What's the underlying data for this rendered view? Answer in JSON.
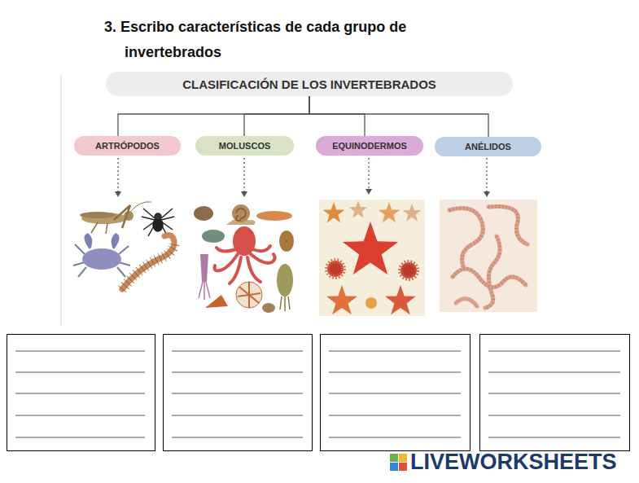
{
  "diagram": {
    "title": "3. Escribo características de cada grupo de invertebrados",
    "nodes": [
      {
        "text": [
          "CLASIFICACIÓN DE LOS INVERTEBRADOS"
        ]
      },
      {
        "text": [
          "ARTRÓPODOS"
        ]
      },
      {
        "text": [
          "MOLUSCOS"
        ]
      },
      {
        "text": [
          "EQUINODERMOS"
        ]
      },
      {
        "text": [
          "ANÉLIDOS"
        ]
      }
    ],
    "edges": [
      {
        "from": 0,
        "to": 1,
        "arrow": "none"
      },
      {
        "from": 0,
        "to": 2,
        "arrow": "none"
      },
      {
        "from": 0,
        "to": 3,
        "arrow": "none"
      },
      {
        "from": 0,
        "to": 4,
        "arrow": "none"
      }
    ],
    "labels": [
      "LIVEWORKSHEETS"
    ]
  }
}
